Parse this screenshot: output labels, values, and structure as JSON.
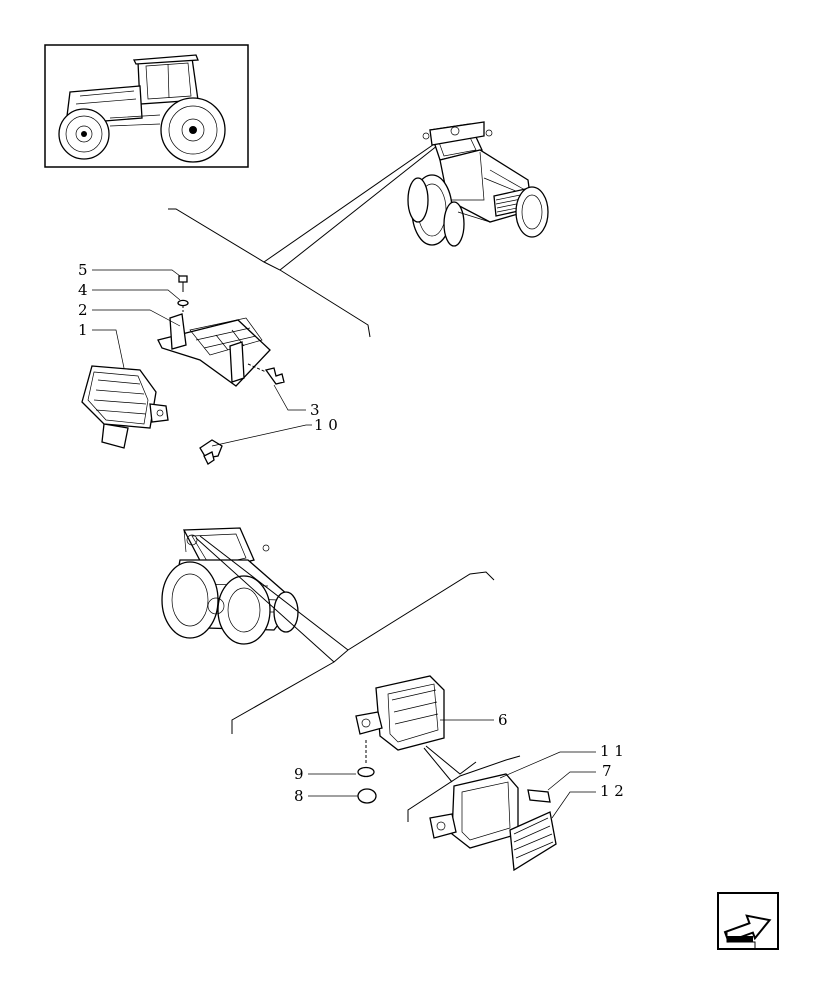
{
  "diagram": {
    "callouts": [
      {
        "id": "c5",
        "label": "5"
      },
      {
        "id": "c4",
        "label": "4"
      },
      {
        "id": "c2",
        "label": "2"
      },
      {
        "id": "c1",
        "label": "1"
      },
      {
        "id": "c3",
        "label": "3"
      },
      {
        "id": "c10",
        "label": "1 0"
      },
      {
        "id": "c6",
        "label": "6"
      },
      {
        "id": "c11",
        "label": "1 1"
      },
      {
        "id": "c7",
        "label": "7"
      },
      {
        "id": "c12",
        "label": "1 2"
      },
      {
        "id": "c9",
        "label": "9"
      },
      {
        "id": "c8",
        "label": "8"
      }
    ]
  },
  "nav": {
    "icon": "arrow-next-icon"
  }
}
